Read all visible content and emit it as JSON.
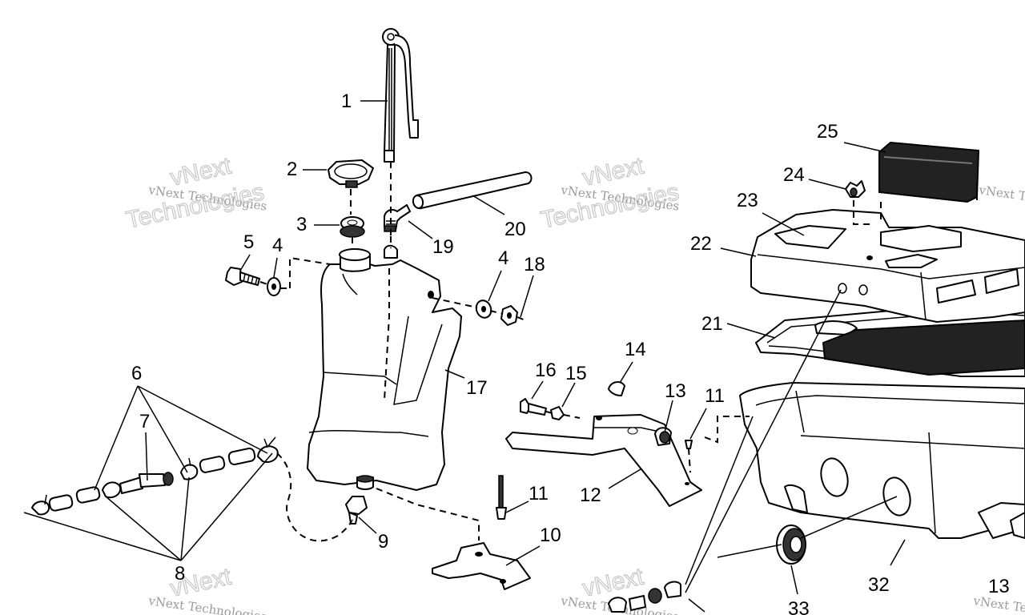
{
  "watermark": {
    "line1": "vNext Technologies",
    "line2": "Technologies",
    "logo": "vNext"
  },
  "callouts": {
    "c1": "1",
    "c2": "2",
    "c3": "3",
    "c4a": "4",
    "c4b": "4",
    "c5": "5",
    "c6": "6",
    "c7": "7",
    "c8": "8",
    "c9": "9",
    "c10": "10",
    "c11a": "11",
    "c11b": "11",
    "c12": "12",
    "c13a": "13",
    "c13b": "13",
    "c14": "14",
    "c15": "15",
    "c16": "16",
    "c17": "17",
    "c18": "18",
    "c19": "19",
    "c20": "20",
    "c21": "21",
    "c22": "22",
    "c23": "23",
    "c24": "24",
    "c25": "25",
    "c32": "32",
    "c33": "33"
  }
}
